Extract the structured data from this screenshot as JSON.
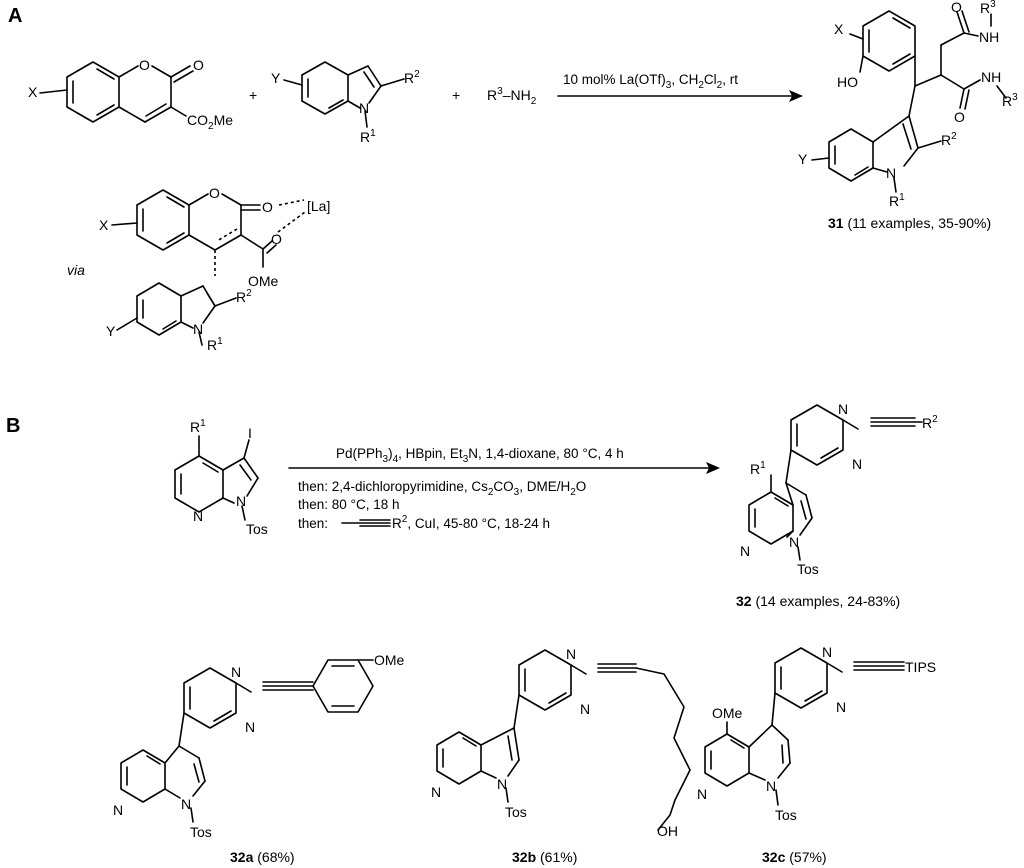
{
  "panels": {
    "a": "A",
    "b": "B"
  },
  "section_a": {
    "plus1": "+",
    "plus2": "+",
    "amine_left": "R",
    "amine_sup": "3",
    "amine_right": "–NH",
    "amine_sub": "2",
    "conditions": {
      "part1": "10 mol% La(OTf)",
      "sub1": "3",
      "part2": ", CH",
      "sub2": "2",
      "part3": "Cl",
      "sub3": "2",
      "part4": ", rt"
    },
    "via": "via",
    "product": {
      "compound": "31",
      "caption": "(11 examples, 35-90%)"
    },
    "labels": {
      "X": "X",
      "Y": "Y",
      "O": "O",
      "N": "N",
      "NH": "NH",
      "HO": "HO",
      "CO2Me_a": "CO",
      "CO2Me_sub": "2",
      "CO2Me_b": "Me",
      "OMe": "OMe",
      "La": "[La]",
      "R": "R",
      "sup1": "1",
      "sup2": "2",
      "sup3": "3"
    }
  },
  "section_b": {
    "reagent_line1": {
      "p1": "Pd(PPh",
      "s1": "3",
      "p2": ")",
      "s2": "4",
      "p3": ", HBpin, Et",
      "s3": "3",
      "p4": "N, 1,4-dioxane, 80 °C, 4 h"
    },
    "reagent_line2": {
      "p1": "then: 2,4-dichloropyrimidine, Cs",
      "s1": "2",
      "p2": "CO",
      "s2": "3",
      "p3": ", DME/H",
      "s3": "2",
      "p4": "O"
    },
    "reagent_line3": "then: 80 °C, 18 h",
    "reagent_line4": {
      "p1": "then:",
      "p2": "R",
      "sup": "2",
      "p3": ", CuI, 45-80 °C, 18-24 h"
    },
    "labels": {
      "I": "I",
      "N": "N",
      "Tos": "Tos",
      "R": "R",
      "sup1": "1",
      "sup2": "2",
      "OMe": "OMe",
      "OH": "OH",
      "TIPS": "TIPS"
    },
    "product": {
      "compound": "32",
      "caption": "(14 examples, 24-83%)"
    },
    "examples": [
      {
        "compound": "32a",
        "yield": "(68%)"
      },
      {
        "compound": "32b",
        "yield": "(61%)"
      },
      {
        "compound": "32c",
        "yield": "(57%)"
      }
    ]
  }
}
